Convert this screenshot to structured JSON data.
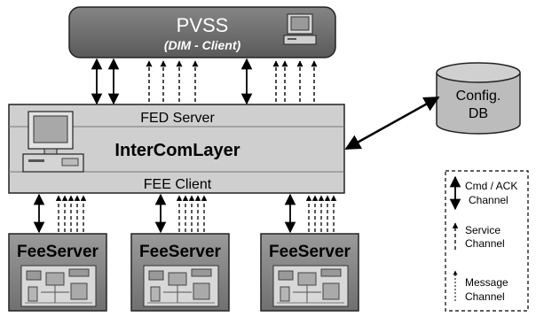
{
  "pvss": {
    "title": "PVSS",
    "subtitle": "(DIM - Client)"
  },
  "intercom": {
    "fed_server": "FED Server",
    "title": "InterComLayer",
    "fee_client": "FEE Client"
  },
  "config_db": {
    "line1": "Config.",
    "line2": "DB"
  },
  "feeservers": [
    {
      "label": "FeeServer"
    },
    {
      "label": "FeeServer"
    },
    {
      "label": "FeeServer"
    }
  ],
  "legend": {
    "cmd": {
      "line1": "Cmd / ACK",
      "line2": "Channel"
    },
    "service": {
      "line1": "Service",
      "line2": "Channel"
    },
    "message": {
      "line1": "Message",
      "line2": "Channel"
    }
  },
  "colors": {
    "pvss_fill": "#6e6e6e",
    "intercom_fill": "#cfcfcf",
    "feeserver_fill": "#8a8a8a",
    "db_fill": "#bcbcbc",
    "board_fill": "#d8d8d8",
    "line": "#000000"
  },
  "icons": [
    "computer-icon",
    "circuit-board-icon",
    "database-icon"
  ]
}
